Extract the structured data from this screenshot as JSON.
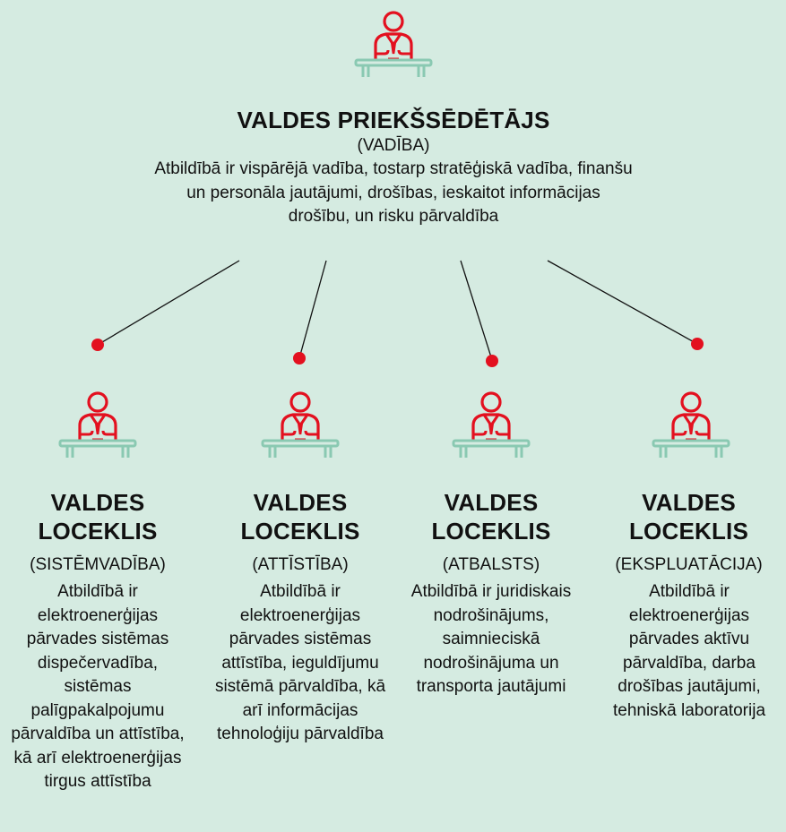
{
  "chairman": {
    "title": "VALDES PRIEKŠSĒDĒTĀJS",
    "subtitle": "(VADĪBA)",
    "description": "Atbildībā ir vispārējā vadība, tostarp stratēģiskā vadība, finanšu un personāla jautājumi, drošības, ieskaitot informācijas drošību, un risku pārvaldība"
  },
  "members": [
    {
      "title_line1": "VALDES",
      "title_line2": "LOCEKLIS",
      "subtitle": "(SISTĒMVADĪBA)",
      "description": "Atbildībā ir elektroenerģijas pārvades sistēmas dispečervadība, sistēmas palīgpakalpojumu pārvaldība un attīstība, kā arī elektroenerģijas tirgus attīstība"
    },
    {
      "title_line1": "VALDES",
      "title_line2": "LOCEKLIS",
      "subtitle": "(ATTĪSTĪBA)",
      "description": "Atbildībā ir elektroenerģijas pārvades sistēmas attīstība, ieguldījumu sistēmā pārvaldība, kā arī informācijas tehnoloģiju pārvaldība"
    },
    {
      "title_line1": "VALDES",
      "title_line2": "LOCEKLIS",
      "subtitle": "(ATBALSTS)",
      "description": "Atbildībā ir juridiskais nodrošinājums, saimnieciskā nodrošinājuma un transporta jautājumi"
    },
    {
      "title_line1": "VALDES",
      "title_line2": "LOCEKLIS",
      "subtitle": "(EKSPLUATĀCIJA)",
      "description": "Atbildībā ir elektroenerģijas pārvades aktīvu pārvaldība, darba drošības jautājumi, tehniskā laboratorija"
    }
  ],
  "colors": {
    "background": "#d5ebe1",
    "accent_red": "#e3101f",
    "desk_teal": "#8ac9b2",
    "text": "#111111",
    "line": "#111111"
  },
  "icons": {
    "person": "person-at-desk-icon",
    "connector_dot": "connector-dot-icon"
  }
}
